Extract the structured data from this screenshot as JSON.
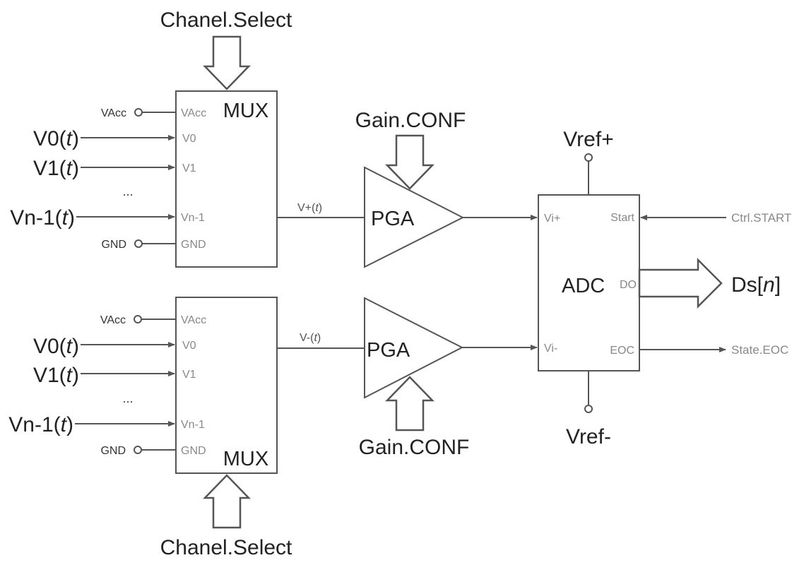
{
  "chanel_select": "Chanel.Select",
  "gain_conf": "Gain.CONF",
  "mux_label": "MUX",
  "pga_label": "PGA",
  "adc_label": "ADC",
  "vacc": "VAcc",
  "gnd": "GND",
  "pin_v0": "V0",
  "pin_v1": "V1",
  "pin_vn1": "Vn-1",
  "dots": "...",
  "sig_v0": "V0(",
  "sig_v1": "V1(",
  "sig_vn1": "Vn-1(",
  "t_var": "t",
  "close_paren": ")",
  "net_vplus": "V+(",
  "net_vminus": "V-(",
  "adc_pins": {
    "vi_plus": "Vi+",
    "vi_minus": "Vi-",
    "start": "Start",
    "do": "DO",
    "eoc": "EOC"
  },
  "vref_plus": "Vref+",
  "vref_minus": "Vref-",
  "ctrl_start": "Ctrl.START",
  "state_eoc": "State.EOC",
  "ds_prefix": "Ds[",
  "ds_var": "n",
  "ds_suffix": "]",
  "colors": {
    "line": "#555555",
    "text": "#222222",
    "pin_text": "#888888"
  }
}
